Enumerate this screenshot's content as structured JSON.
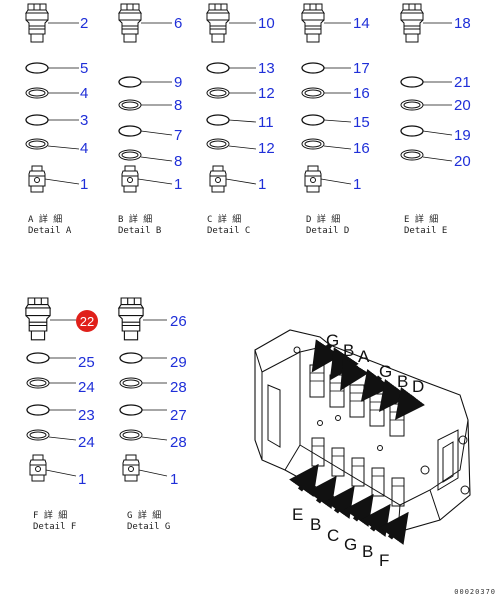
{
  "details": [
    {
      "id": "A",
      "title": "A 詳 細",
      "subtitle": "Detail A",
      "callouts": [
        "2",
        "5",
        "4",
        "3",
        "4",
        "1"
      ]
    },
    {
      "id": "B",
      "title": "B 詳 細",
      "subtitle": "Detail B",
      "callouts": [
        "6",
        "9",
        "8",
        "7",
        "8",
        "1"
      ]
    },
    {
      "id": "C",
      "title": "C 詳 細",
      "subtitle": "Detail C",
      "callouts": [
        "10",
        "13",
        "12",
        "11",
        "12",
        "1"
      ]
    },
    {
      "id": "D",
      "title": "D 詳 細",
      "subtitle": "Detail D",
      "callouts": [
        "14",
        "17",
        "16",
        "15",
        "16",
        "1"
      ]
    },
    {
      "id": "E",
      "title": "E 詳 細",
      "subtitle": "Detail E",
      "callouts": [
        "18",
        "21",
        "20",
        "19",
        "20",
        "1"
      ]
    },
    {
      "id": "F",
      "title": "F 詳 細",
      "subtitle": "Detail F",
      "callouts": [
        "22",
        "25",
        "24",
        "23",
        "24",
        "1"
      ],
      "highlight": "22"
    },
    {
      "id": "G",
      "title": "G 詳 細",
      "subtitle": "Detail G",
      "callouts": [
        "26",
        "29",
        "28",
        "27",
        "28",
        "1"
      ]
    }
  ],
  "assembly_labels": {
    "top": [
      "G",
      "B",
      "A",
      "G",
      "B",
      "D"
    ],
    "bottom": [
      "E",
      "B",
      "C",
      "G",
      "B",
      "F"
    ]
  },
  "doc_number": "00020370",
  "colors": {
    "callout": "#1f2fd8",
    "highlight": "#e0201a",
    "line": "#111111"
  }
}
